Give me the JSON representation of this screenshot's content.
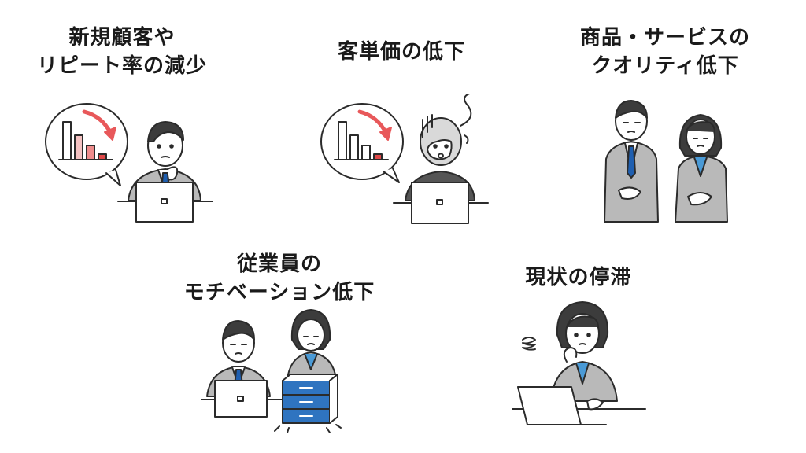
{
  "panels": [
    {
      "id": "new-customers",
      "lines": [
        "新規顧客や",
        "リピート率の減少"
      ]
    },
    {
      "id": "unit-price",
      "lines": [
        "客単価の低下"
      ]
    },
    {
      "id": "quality",
      "lines": [
        "商品・サービスの",
        "クオリティ低下"
      ]
    },
    {
      "id": "motivation",
      "lines": [
        "従業員の",
        "モチベーション低下"
      ]
    },
    {
      "id": "stagnation",
      "lines": [
        "現状の停滞"
      ]
    }
  ],
  "colors": {
    "outline": "#2b2b2b",
    "suit": "#b9b9b9",
    "tie": "#1f5fb0",
    "shirt": "#4a9ad6",
    "arrow": "#e8585a",
    "bar_light": "#f4c2c2",
    "bar_mid": "#ee8c8c",
    "bar_dark": "#e04848",
    "files": "#2f74c0",
    "hair": "#3c3c3c"
  }
}
